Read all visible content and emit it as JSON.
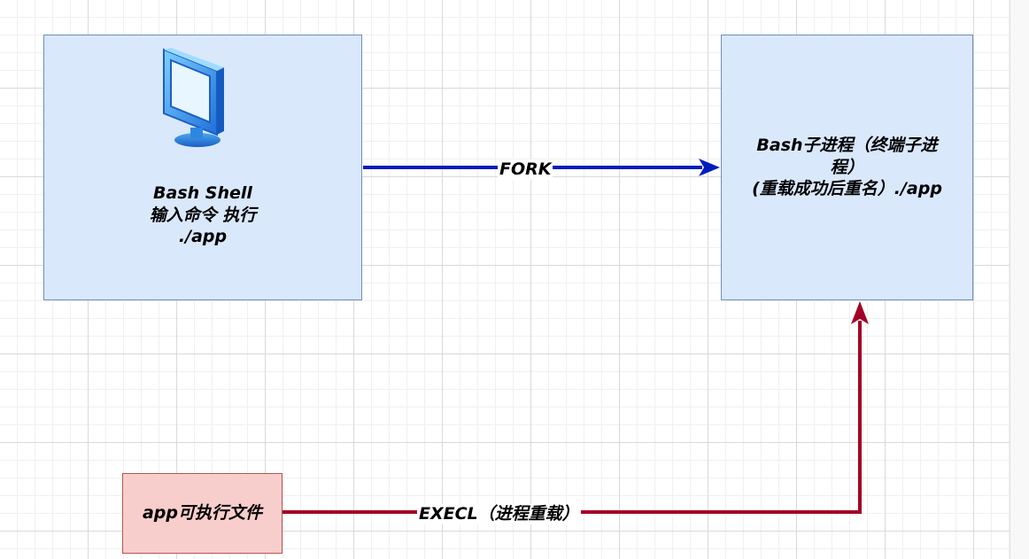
{
  "diagram": {
    "nodes": {
      "bash_shell": {
        "icon": "monitor-icon",
        "line1": "Bash Shell",
        "line2": "输入命令 执行",
        "line3": "./app",
        "fill": "#dae8fc",
        "stroke": "#6c8ebf"
      },
      "child_process": {
        "line1": "Bash子进程（终端子进",
        "line2": "程）",
        "line3": "(重载成功后重名）./app",
        "fill": "#dae8fc",
        "stroke": "#6c8ebf"
      },
      "app_file": {
        "label": "app可执行文件",
        "fill": "#f8cecc",
        "stroke": "#b85450"
      }
    },
    "edges": {
      "fork": {
        "label": "FORK",
        "color": "#001dbc"
      },
      "execl": {
        "label": "EXECL（进程重载）",
        "color": "#a20025"
      }
    }
  }
}
